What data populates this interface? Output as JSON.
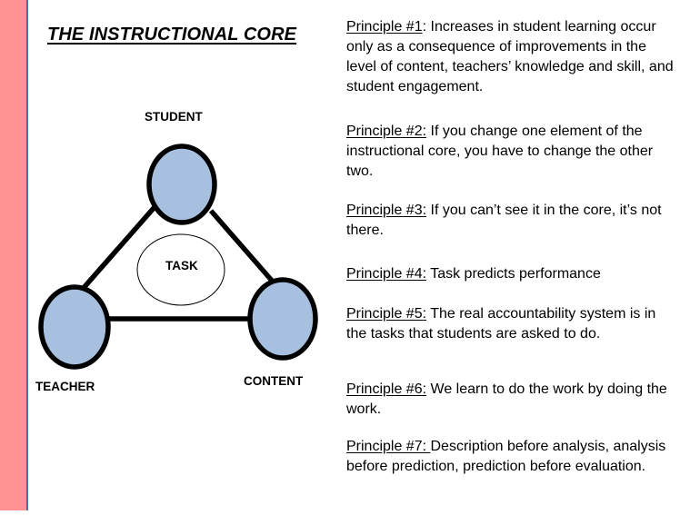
{
  "title": "THE INSTRUCTIONAL CORE",
  "colors": {
    "side_bar": "#ff9393",
    "side_stripe": "#4a6ea3",
    "node_fill": "#a8c0df",
    "node_stroke": "#000000"
  },
  "diagram": {
    "nodes": [
      {
        "id": "student",
        "label": "STUDENT"
      },
      {
        "id": "teacher",
        "label": "TEACHER"
      },
      {
        "id": "content",
        "label": "CONTENT"
      }
    ],
    "center": {
      "label": "TASK"
    },
    "edges": [
      [
        "student",
        "teacher"
      ],
      [
        "student",
        "content"
      ],
      [
        "teacher",
        "content"
      ]
    ]
  },
  "principles": [
    {
      "head": "Principle #1",
      "sep": ": ",
      "text": "Increases in student learning occur only as a consequence of improvements in the level of content, teachers’ knowledge and skill, and student engagement."
    },
    {
      "head": "Principle #2:",
      "sep": " ",
      "text": "If you change one element  of the instructional core, you have to change the other two."
    },
    {
      "head": "Principle #3:",
      "sep": " ",
      "text": "If you can’t see it in the core, it’s not there."
    },
    {
      "head": "Principle #4:",
      "sep": " ",
      "text": "Task predicts performance"
    },
    {
      "head": "Principle #5:",
      "sep": " ",
      "text": "The real accountability system is in the tasks that students are asked to do."
    },
    {
      "head": "Principle #6:",
      "sep": " ",
      "text": "We learn to do the work by doing the work."
    },
    {
      "head": "Principle #7: ",
      "sep": "",
      "text": "Description before analysis, analysis before prediction,  prediction before evaluation."
    }
  ]
}
